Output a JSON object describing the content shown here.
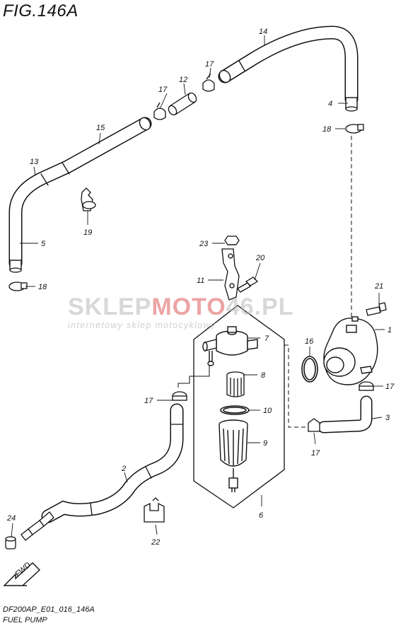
{
  "figure": {
    "title": "FIG.146A",
    "code": "DF200AP_E01_016_146A",
    "name": "FUEL PUMP"
  },
  "watermark": {
    "brand_part1": "SKLEP",
    "brand_part2": "MOTO",
    "brand_part3": "46.PL",
    "tagline": "internetowy sklep motocyklowy"
  },
  "callouts": {
    "c14": "14",
    "c17a": "17",
    "c12": "12",
    "c17b": "17",
    "c4": "4",
    "c18a": "18",
    "c15": "15",
    "c13": "13",
    "c19": "19",
    "c5": "5",
    "c18b": "18",
    "c23": "23",
    "c20": "20",
    "c11": "11",
    "c21": "21",
    "c1": "1",
    "c7": "7",
    "c16": "16",
    "c8": "8",
    "c17c": "17",
    "c17d": "17",
    "c3": "3",
    "c10": "10",
    "c9": "9",
    "c17e": "17",
    "c2": "2",
    "c6": "6",
    "c24": "24",
    "c22": "22"
  },
  "fwd_label": "FWD",
  "colors": {
    "ink": "#111111",
    "watermark_red": "#e05a5a",
    "watermark_grey": "#b9b9b9"
  }
}
